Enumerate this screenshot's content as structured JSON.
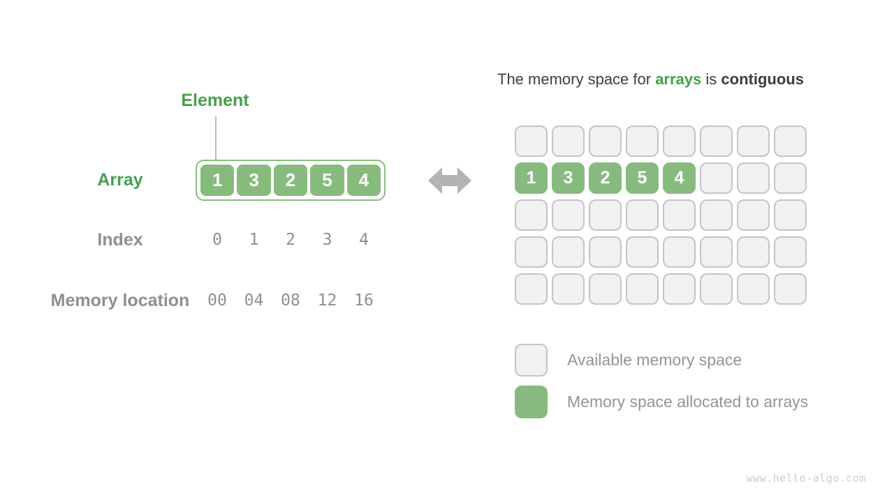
{
  "colors": {
    "green_accent": "#44a04b",
    "green_cell": "#87bb7e",
    "gray_text": "#8f8f8f",
    "title_text": "#3d3d3d",
    "cell_bg": "#f1f1f1",
    "cell_border": "#c4c4c4",
    "arrow": "#b3b3b3",
    "watermark": "#cdcdcd"
  },
  "left_panel": {
    "element_label": "Element",
    "array_label": "Array",
    "index_label": "Index",
    "memory_location_label": "Memory location",
    "array_values": [
      "1",
      "3",
      "2",
      "5",
      "4"
    ],
    "index_values": [
      "0",
      "1",
      "2",
      "3",
      "4"
    ],
    "memory_location_values": [
      "00",
      "04",
      "08",
      "12",
      "16"
    ]
  },
  "right_panel": {
    "title": {
      "prefix": "The memory space for ",
      "highlight": "arrays",
      "middle": " is ",
      "emphasis": "contiguous"
    },
    "memory_grid": {
      "rows": 5,
      "cols": 8,
      "allocated_row_index": 1,
      "allocated_values": [
        "1",
        "3",
        "2",
        "5",
        "4"
      ]
    },
    "legend": [
      {
        "type": "available",
        "label": "Available memory space"
      },
      {
        "type": "allocated",
        "label": "Memory space allocated to arrays"
      }
    ]
  },
  "watermark": "www.hello-algo.com"
}
